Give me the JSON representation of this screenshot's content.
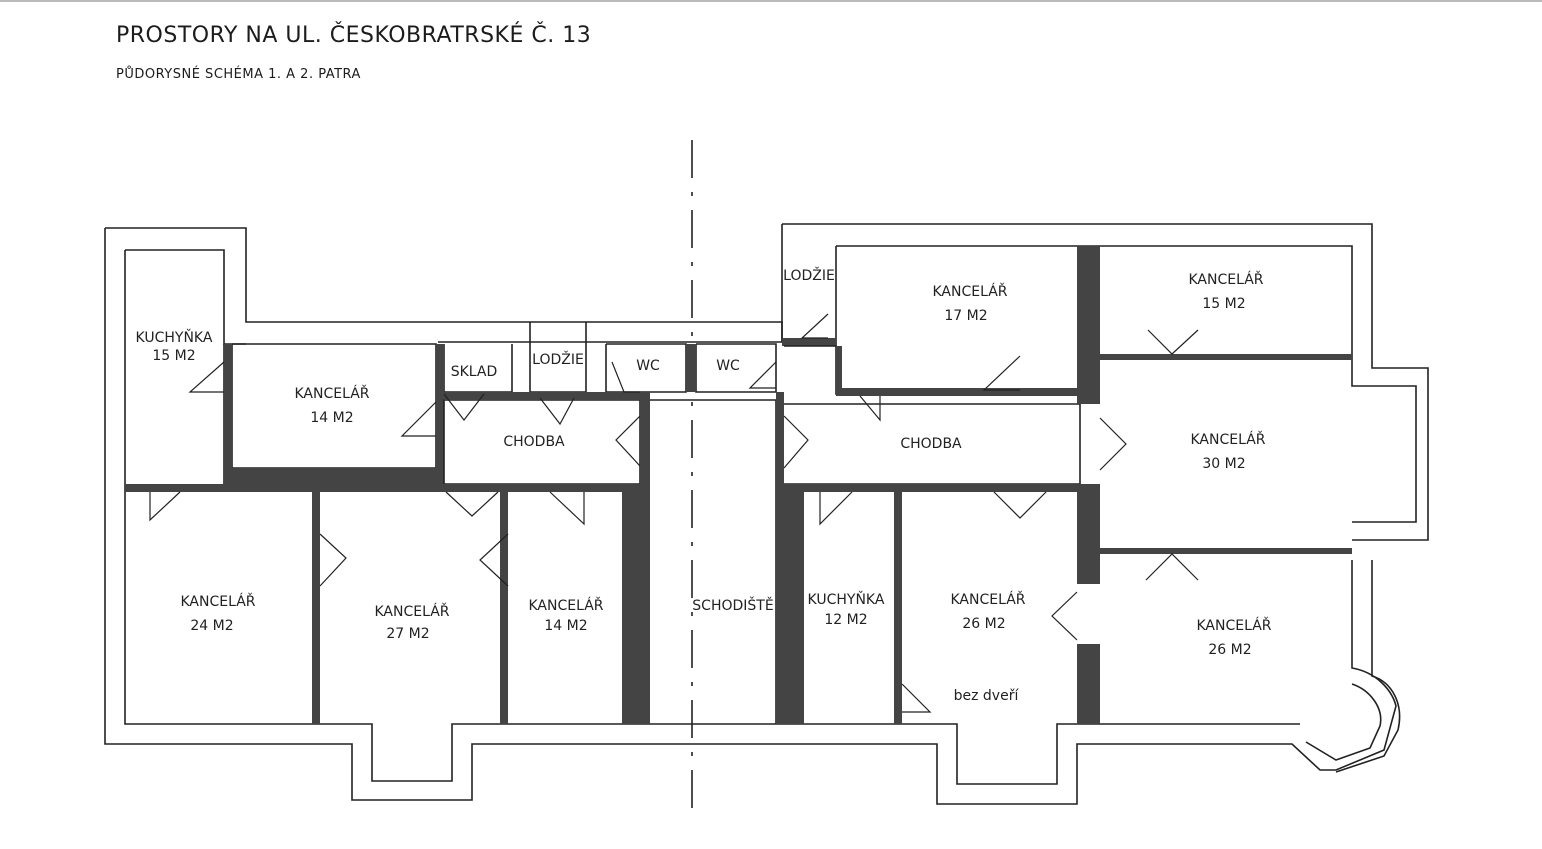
{
  "header": {
    "title": "PROSTORY NA UL. ČESKOBRATRSKÉ Č. 13",
    "subtitle": "PŮDORYSNÉ SCHÉMA 1. A 2. PATRA"
  },
  "rooms": {
    "kuchynka_left": {
      "name": "KUCHYŇKA",
      "area": "15 M2"
    },
    "kancelar_14a": {
      "name": "KANCELÁŘ",
      "area": "14 M2"
    },
    "sklad": {
      "name": "SKLAD"
    },
    "lodzie_left": {
      "name": "LODŽIE"
    },
    "wc_1": {
      "name": "WC"
    },
    "wc_2": {
      "name": "WC"
    },
    "chodba_left": {
      "name": "CHODBA"
    },
    "kancelar_24": {
      "name": "KANCELÁŘ",
      "area": "24 M2"
    },
    "kancelar_27": {
      "name": "KANCELÁŘ",
      "area": "27 M2"
    },
    "kancelar_14b": {
      "name": "KANCELÁŘ",
      "area": "14 M2"
    },
    "schodiste": {
      "name": "SCHODIŠTĚ"
    },
    "lodzie_right": {
      "name": "LODŽIE"
    },
    "kancelar_17": {
      "name": "KANCELÁŘ",
      "area": "17 M2"
    },
    "chodba_right": {
      "name": "CHODBA"
    },
    "kuchynka_right": {
      "name": "KUCHYŇKA",
      "area": "12 M2"
    },
    "kancelar_26a": {
      "name": "KANCELÁŘ",
      "area": "26 M2",
      "note": "bez dveří"
    },
    "kancelar_15": {
      "name": "KANCELÁŘ",
      "area": "15 M2"
    },
    "kancelar_30": {
      "name": "KANCELÁŘ",
      "area": "30 M2"
    },
    "kancelar_26b": {
      "name": "KANCELÁŘ",
      "area": "26 M2"
    }
  }
}
